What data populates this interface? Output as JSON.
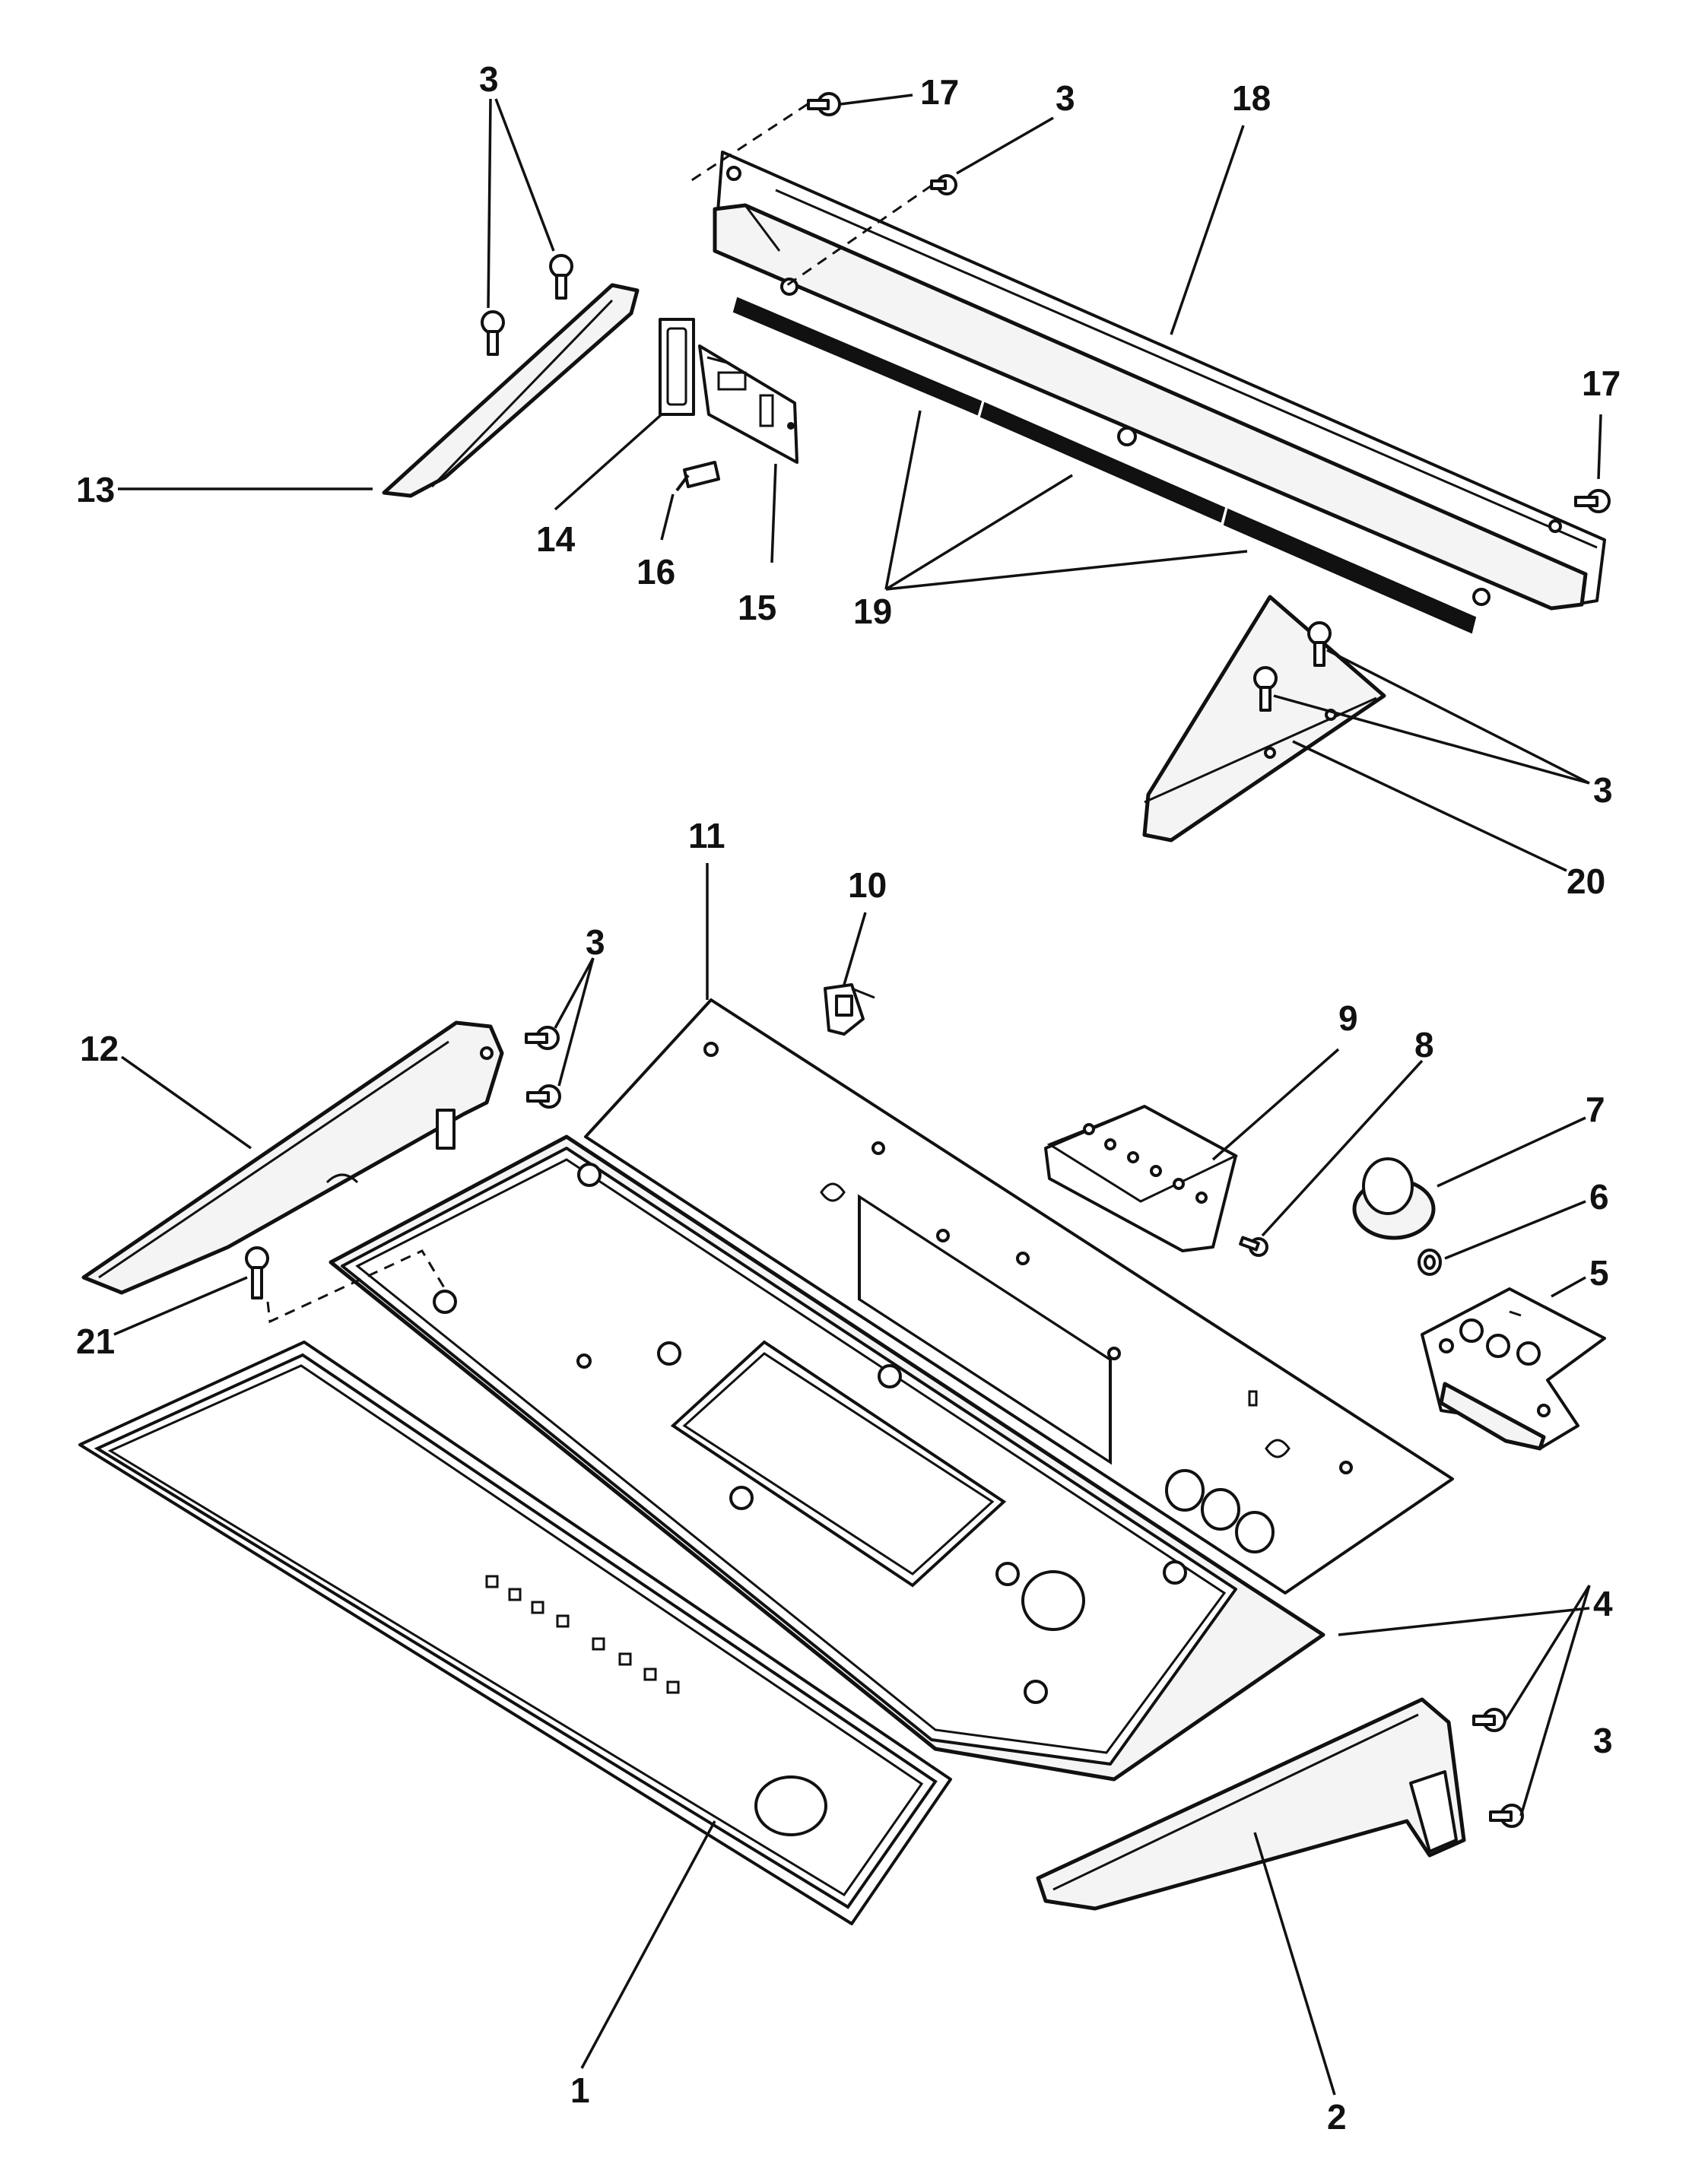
{
  "callouts": {
    "c1": "1",
    "c2": "2",
    "c3a": "3",
    "c3b": "3",
    "c3c": "3",
    "c3d": "3",
    "c3e": "3",
    "c4": "4",
    "c5": "5",
    "c6": "6",
    "c7": "7",
    "c8": "8",
    "c9": "9",
    "c10": "10",
    "c11": "11",
    "c12": "12",
    "c13": "13",
    "c14": "14",
    "c15": "15",
    "c16": "16",
    "c17a": "17",
    "c17b": "17",
    "c18": "18",
    "c19": "19",
    "c20": "20",
    "c21": "21"
  }
}
